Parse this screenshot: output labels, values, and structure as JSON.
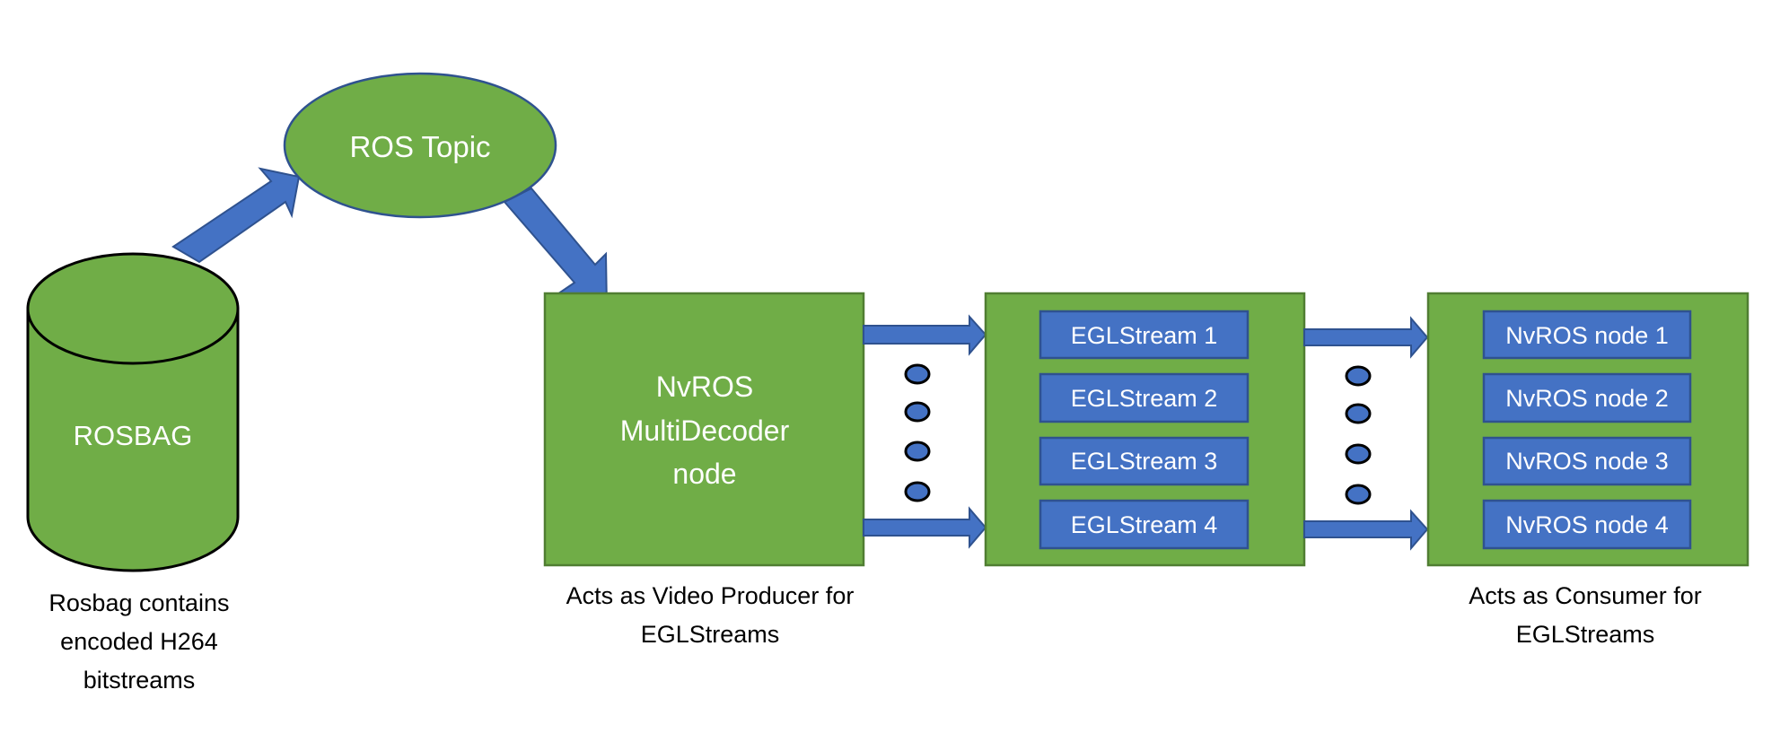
{
  "diagram": {
    "rosbag": {
      "label": "ROSBAG",
      "caption": [
        "Rosbag contains",
        "encoded H264",
        "bitstreams"
      ]
    },
    "ros_topic": {
      "label": "ROS Topic"
    },
    "decoder": {
      "label": [
        "NvROS",
        "MultiDecoder",
        "node"
      ],
      "caption": [
        "Acts as Video Producer for",
        "EGLStreams"
      ]
    },
    "eglstreams": {
      "items": [
        "EGLStream 1",
        "EGLStream 2",
        "EGLStream 3",
        "EGLStream 4"
      ]
    },
    "consumers": {
      "items": [
        "NvROS node 1",
        "NvROS node 2",
        "NvROS node 3",
        "NvROS node 4"
      ],
      "caption": [
        "Acts as Consumer for",
        "EGLStreams"
      ]
    },
    "colors": {
      "node_fill": "#70AD47",
      "node_border": "#507E32",
      "arrow_fill": "#4472C4",
      "arrow_border": "#2F528F",
      "ellipsis_dot_fill": "#4472C4"
    }
  }
}
